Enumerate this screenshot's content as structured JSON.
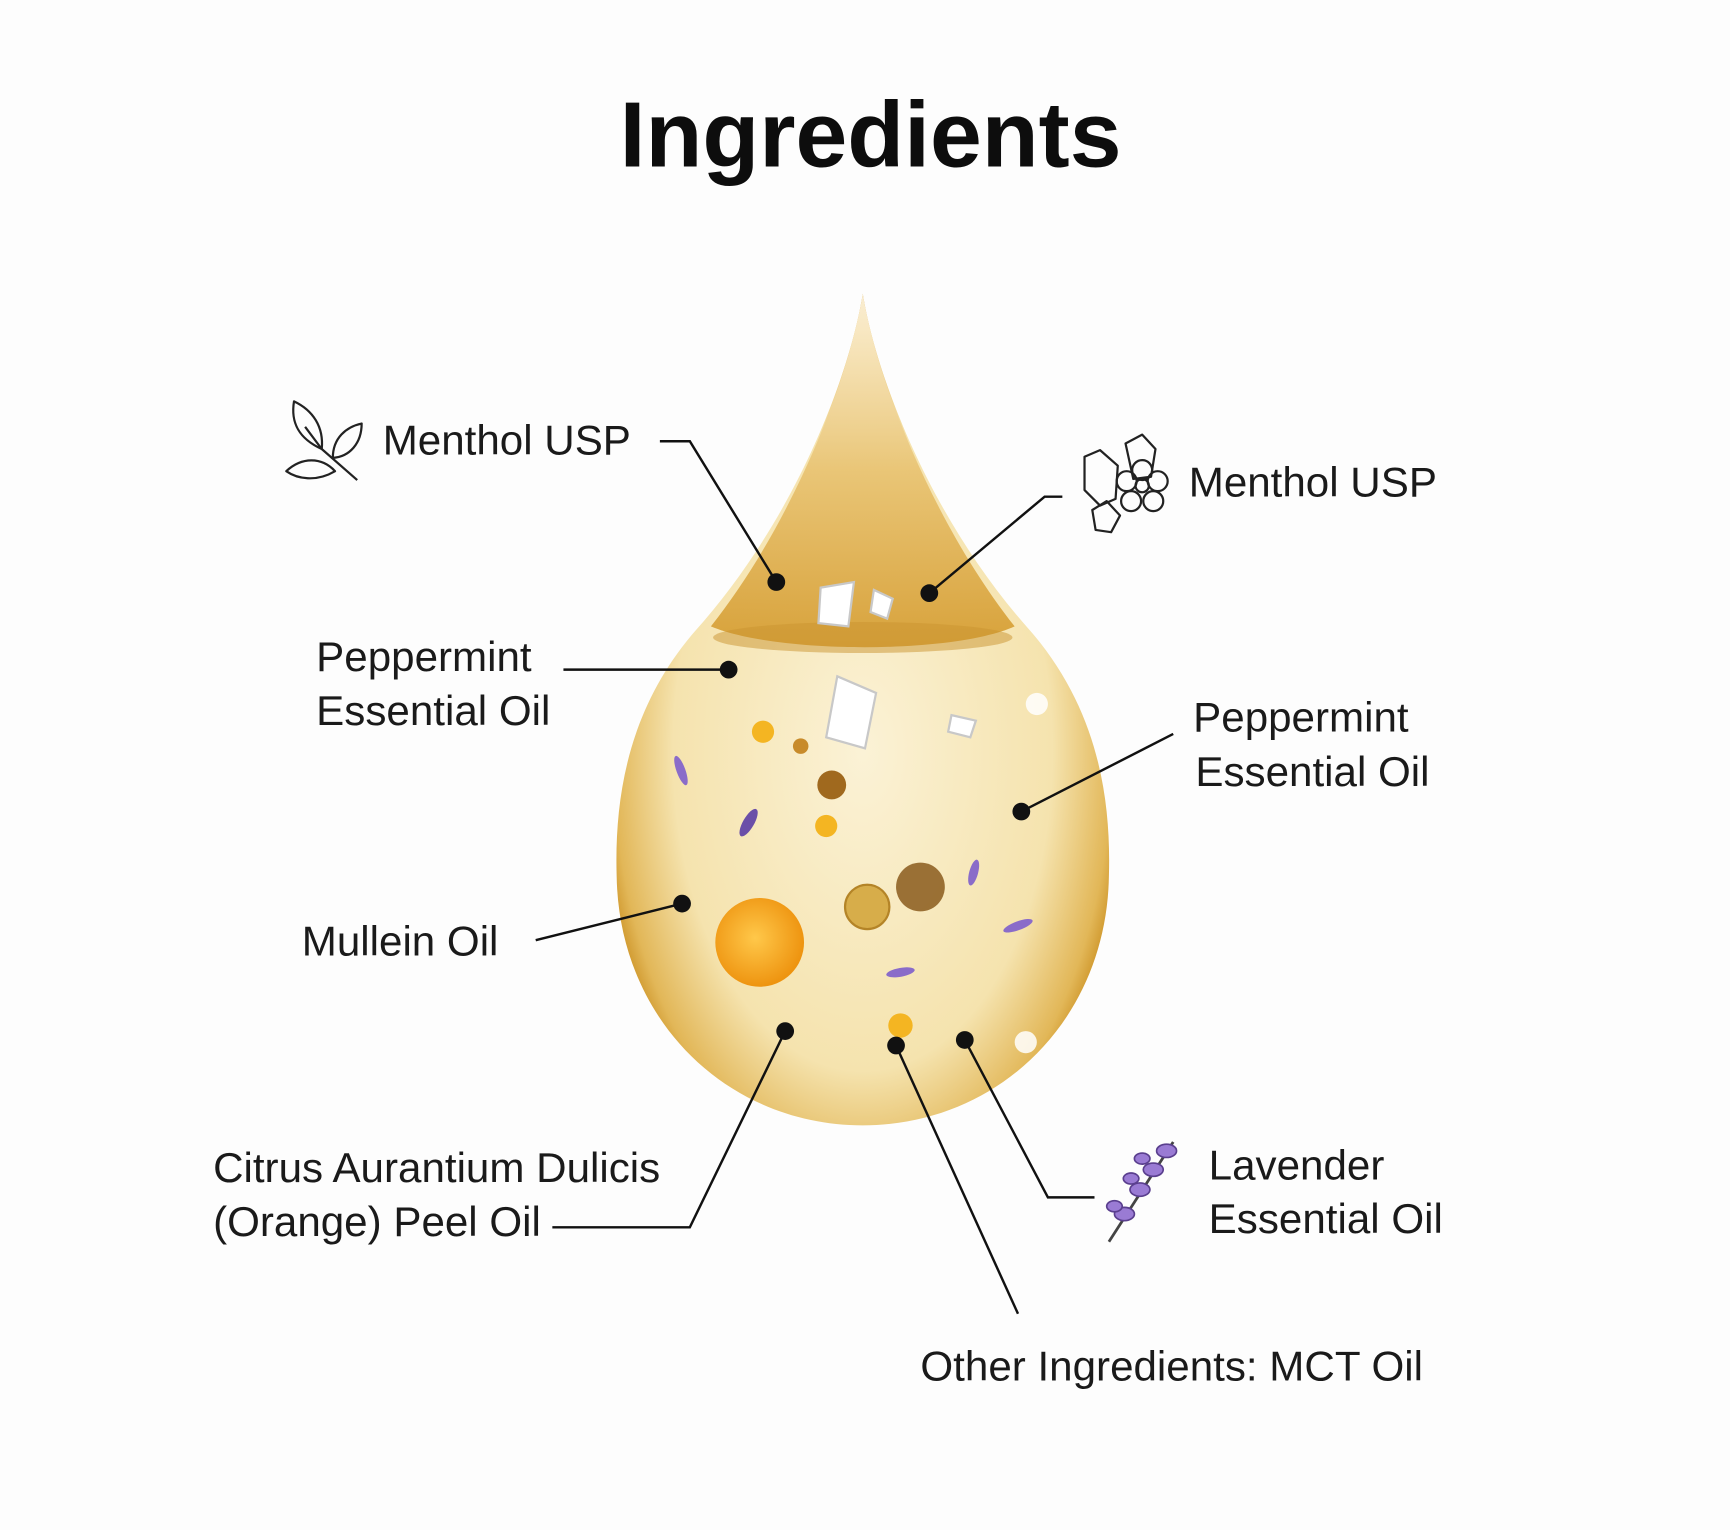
{
  "title": "Ingredients",
  "labels": {
    "menthol_left": "Menthol USP",
    "menthol_right": "Menthol USP",
    "peppermint_left": [
      "Peppermint",
      "Essential Oil"
    ],
    "peppermint_right": [
      "Peppermint",
      "Essential Oil"
    ],
    "mullein": "Mullein Oil",
    "citrus": [
      "Citrus Aurantium Dulicis",
      "(Orange) Peel Oil"
    ],
    "lavender": [
      "Lavender",
      "Essential Oil"
    ],
    "other": "Other Ingredients: MCT Oil"
  },
  "colors": {
    "drop_gold": "#d9a334",
    "drop_light": "#f8ecc4",
    "lavender": "#8a6cc9",
    "orange": "#f2a316"
  }
}
